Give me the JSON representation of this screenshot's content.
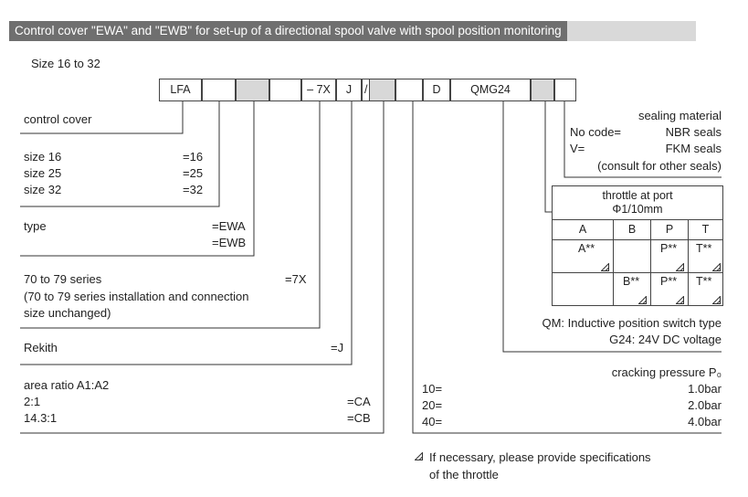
{
  "title": "Control cover \"EWA\" and \"EWB\" for set-up of a directional spool valve with spool position monitoring",
  "size_range": "Size 16 to 32",
  "code": {
    "lfa": "LFA",
    "series_dash": "–",
    "series": "7X",
    "j": "J",
    "slash": "/",
    "d": "D",
    "qmg": "QMG24"
  },
  "control_cover": "control cover",
  "sizes": [
    {
      "label": "size 16",
      "code": "=16"
    },
    {
      "label": "size 25",
      "code": "=25"
    },
    {
      "label": "size 32",
      "code": "=32"
    }
  ],
  "type": {
    "label": "type",
    "codes": [
      "=EWA",
      "=EWB"
    ]
  },
  "series_block": {
    "line1": "70 to 79 series",
    "code": "=7X",
    "line2": "(70 to 79 series installation and connection",
    "line3": "size unchanged)"
  },
  "rekith": {
    "label": "Rekith",
    "code": "=J"
  },
  "area_ratio": {
    "label": "area ratio A1:A2",
    "rows": [
      {
        "label": "2:1",
        "code": "=CA"
      },
      {
        "label": "14.3:1",
        "code": "=CB"
      }
    ]
  },
  "sealing": {
    "title": "sealing material",
    "rows": [
      {
        "code": "No code=",
        "value": "NBR seals"
      },
      {
        "code": "V=",
        "value": "FKM seals"
      }
    ],
    "note": "(consult for other seals)"
  },
  "throttle": {
    "title1": "throttle at port",
    "title2": "Φ1/10mm",
    "headers": [
      "A",
      "B",
      "P",
      "T"
    ],
    "row1": [
      "A**",
      "",
      "P**",
      "T**"
    ],
    "row2": [
      "",
      "B**",
      "P**",
      "T**"
    ]
  },
  "qm_line1": "QM: Inductive position switch type",
  "qm_line2": "G24: 24V DC voltage",
  "cracking": {
    "title": "cracking pressure P₀",
    "rows": [
      {
        "code": "10=",
        "value": "1.0bar"
      },
      {
        "code": "20=",
        "value": "2.0bar"
      },
      {
        "code": "40=",
        "value": "4.0bar"
      }
    ]
  },
  "footnote": {
    "line1": "If necessary, please provide specifications",
    "line2": "of the throttle"
  }
}
